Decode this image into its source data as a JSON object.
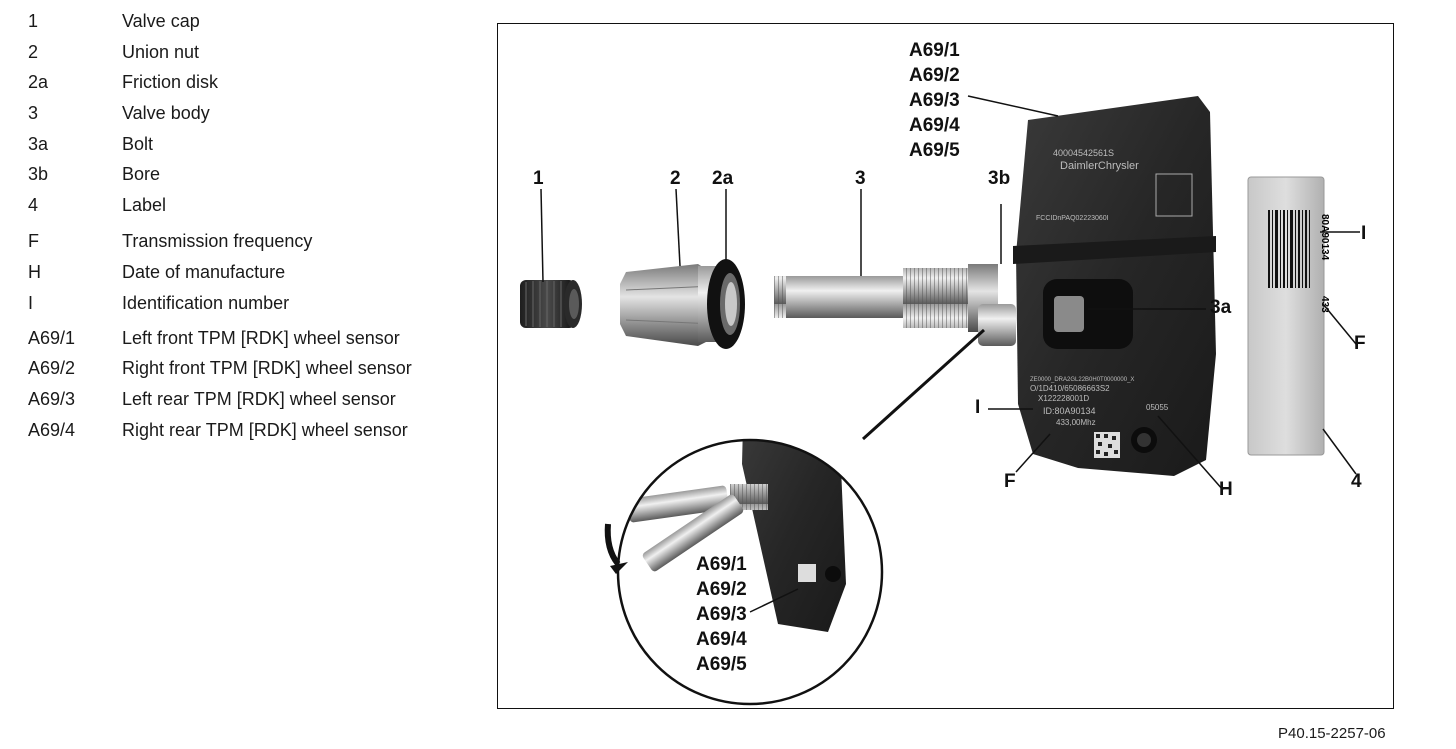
{
  "legend": [
    {
      "key": "1",
      "desc": "Valve cap"
    },
    {
      "key": "2",
      "desc": "Union nut"
    },
    {
      "key": "2a",
      "desc": "Friction disk"
    },
    {
      "key": "3",
      "desc": "Valve body"
    },
    {
      "key": "3a",
      "desc": "Bolt"
    },
    {
      "key": "3b",
      "desc": "Bore"
    },
    {
      "key": "4",
      "desc": "Label"
    },
    {
      "key": "F",
      "desc": "Transmission frequency"
    },
    {
      "key": "H",
      "desc": "Date of manufacture"
    },
    {
      "key": "I",
      "desc": "Identification number"
    },
    {
      "key": "A69/1",
      "desc": "Left front TPM [RDK] wheel sensor"
    },
    {
      "key": "A69/2",
      "desc": "Right front TPM [RDK] wheel sensor"
    },
    {
      "key": "A69/3",
      "desc": "Left rear TPM [RDK] wheel sensor"
    },
    {
      "key": "A69/4",
      "desc": "Right rear TPM [RDK] wheel sensor"
    }
  ],
  "figure": {
    "callouts": {
      "c1": "1",
      "c2": "2",
      "c2a": "2a",
      "c3": "3",
      "c3b": "3b",
      "c3a": "3a",
      "cI": "I",
      "cF": "F",
      "cH": "H",
      "cI2": "I",
      "cF2": "F",
      "c4": "4"
    },
    "sensor_ids": [
      "A69/1",
      "A69/2",
      "A69/3",
      "A69/4",
      "A69/5"
    ],
    "sensor_ids_inset": [
      "A69/1",
      "A69/2",
      "A69/3",
      "A69/4",
      "A69/5"
    ],
    "sensor_print": {
      "part_no": "40004542561S",
      "brand": "DaimlerChrysler",
      "fcc": "FCCIDnPAQ02223060I",
      "approval": "ZE0000_DRA2GL22B0H0T0000000_X",
      "line2": "O/1D410/65086663S2",
      "line3": "X122228001D",
      "id": "ID:80A90134",
      "freq": "433,00Mhz",
      "date": "05055"
    },
    "label_print": {
      "code": "80A90134",
      "freq": "433"
    },
    "figure_code": "P40.15-2257-06"
  }
}
